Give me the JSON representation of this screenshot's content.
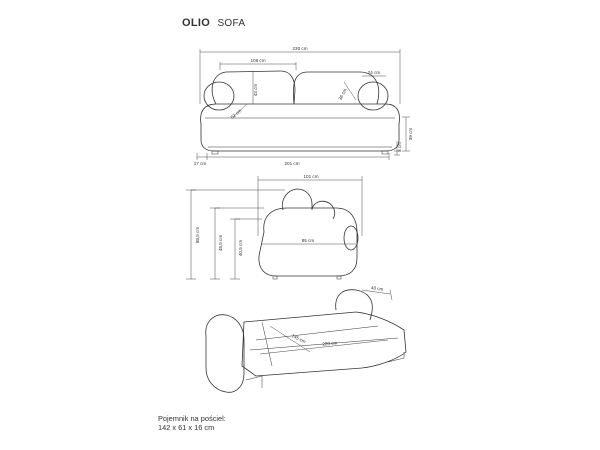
{
  "header": {
    "model": "OLIO",
    "type": "SOFA"
  },
  "front_view": {
    "width": "230 cm",
    "backrest_width": "108 cm",
    "back_cushion_height": "43 cm",
    "side_cushion_width": "24 cm",
    "side_cushion_height": "36 cm",
    "seat_cushion_depth": "52 cm",
    "total_height": "39 cm",
    "leg_height": "3 cm",
    "seat_width": "201 cm",
    "arm_width": "17 cm"
  },
  "side_view": {
    "top_width": "101 cm",
    "total_depth": "88,5 cm",
    "seat_height_1": "48,5 cm",
    "seat_height_2": "40,5 cm",
    "depth": "85 cm"
  },
  "bed_view": {
    "back_depth": "40 cm",
    "sleep_width": "145 cm",
    "sleep_length": "200 cm"
  },
  "storage": {
    "label": "Pojemnik na pościel:",
    "dims": "142 x 61 x 16 cm"
  }
}
